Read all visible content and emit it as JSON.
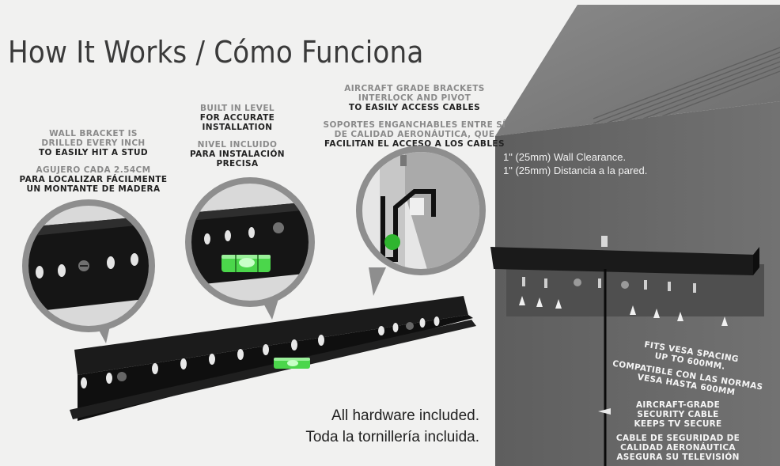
{
  "title": "How It Works / Cómo Funciona",
  "callouts": {
    "wall_bracket": {
      "en": [
        "WALL BRACKET IS",
        "DRILLED EVERY INCH",
        "TO EASILY HIT A STUD"
      ],
      "es": [
        "AGUJERO CADA 2.54CM",
        "PARA LOCALIZAR FÁCILMENTE",
        "UN MONTANTE DE MADERA"
      ]
    },
    "level": {
      "en": [
        "BUILT IN LEVEL",
        "FOR ACCURATE",
        "INSTALLATION"
      ],
      "es": [
        "NIVEL INCLUIDO",
        "PARA INSTALACIÓN",
        "PRECISA"
      ]
    },
    "brackets": {
      "en": [
        "AIRCRAFT GRADE BRACKETS",
        "INTERLOCK AND PIVOT",
        "TO EASILY ACCESS CABLES"
      ],
      "es": [
        "SOPORTES ENGANCHABLES ENTRE SÍ",
        "DE CALIDAD AERONÁUTICA, QUE",
        "FACILITAN EL ACCESO A LOS CABLES"
      ]
    }
  },
  "clearance": {
    "en": "1\" (25mm) Wall Clearance.",
    "es": "1\" (25mm) Distancia a la pared."
  },
  "vesa": {
    "en": [
      "FITS VESA SPACING",
      "UP TO 600MM."
    ],
    "es": [
      "COMPATIBLE CON LAS NORMAS",
      "VESA HASTA 600MM"
    ]
  },
  "cable": {
    "en": [
      "AIRCRAFT-GRADE",
      "SECURITY CABLE",
      "KEEPS TV SECURE"
    ],
    "es": [
      "CABLE DE SEGURIDAD DE",
      "CALIDAD AERONÁUTICA",
      "ASEGURA SU TELEVISIÓN"
    ]
  },
  "hardware": {
    "en": "All hardware included.",
    "es": "Toda la tornillería incluida."
  },
  "colors": {
    "background": "#f1f1f0",
    "tv_body": "#6a6a6a",
    "bracket": "#151515",
    "level_vial": "#4bd64b",
    "caption_gray": "#8a8a8a"
  }
}
